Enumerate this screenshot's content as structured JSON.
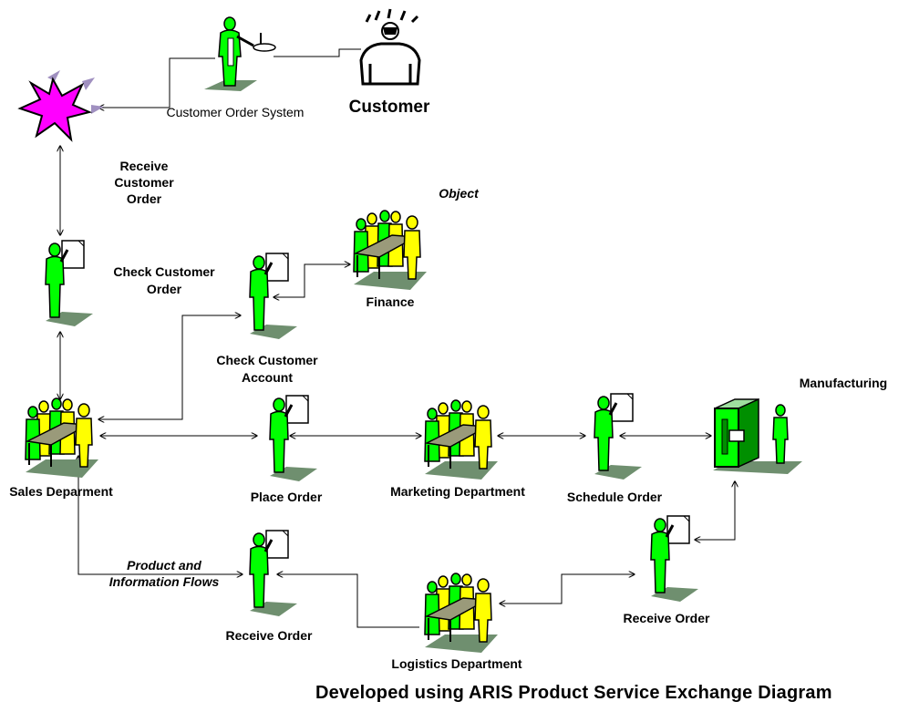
{
  "nodes": {
    "customer_order_system": "Customer Order System",
    "customer": "Customer",
    "receive_customer_order": "Receive\nCustomer\nOrder",
    "check_customer_order": "Check Customer\nOrder",
    "object_label": "Object",
    "finance": "Finance",
    "check_customer_account": "Check Customer\nAccount",
    "manufacturing": "Manufacturing",
    "sales_department": "Sales Deparment",
    "place_order": "Place Order",
    "marketing_department": "Marketing Department",
    "schedule_order": "Schedule Order",
    "product_information_flows": "Product and\nInformation Flows",
    "receive_order_left": "Receive Order",
    "logistics_department": "Logistics Department",
    "receive_order_right": "Receive Order"
  },
  "footer": {
    "caption": "Developed using ARIS Product Service Exchange Diagram"
  },
  "colors": {
    "person_green": "#00ff00",
    "person_yellow": "#ffff00",
    "shadow_green": "#6f8f6f",
    "star_magenta": "#ff00ff",
    "table_top": "#9a9a7a"
  },
  "icons": {
    "event": "star-event-icon",
    "customer": "crowned-customer-icon",
    "system": "waiter-system-icon",
    "function": "person-with-document-icon",
    "group": "group-meeting-icon",
    "machine": "machine-with-operator-icon"
  }
}
